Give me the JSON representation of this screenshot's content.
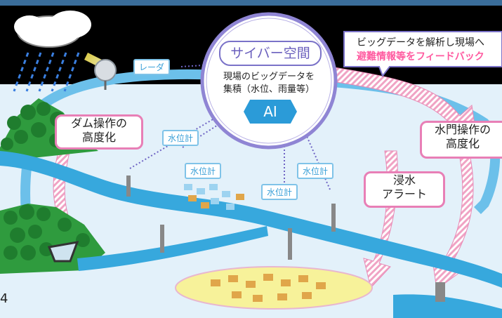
{
  "page_number": "4",
  "cyber_space": {
    "title": "サイバー空間",
    "desc_line1": "現場のビッグデータを",
    "desc_line2": "集積（水位、雨量等）",
    "ai_label": "AI"
  },
  "callout": {
    "line1": "ビッグデータを解析し現場へ",
    "line2": "避難情報等をフィードバック"
  },
  "radar_label": "レーダ",
  "water_gauge_label": "水位計",
  "boxes": {
    "dam_line1": "ダム操作の",
    "dam_line2": "高度化",
    "gate_line1": "水門操作の",
    "gate_line2": "高度化",
    "flood_line1": "浸水",
    "flood_line2": "アラート"
  },
  "colors": {
    "sky": "#000000",
    "ground": "#e6f3fb",
    "river": "#37a8dd",
    "loop": "#5cb8e6",
    "pink_arrow": "#f2a9c8",
    "highlight": "#ff5aa0"
  }
}
